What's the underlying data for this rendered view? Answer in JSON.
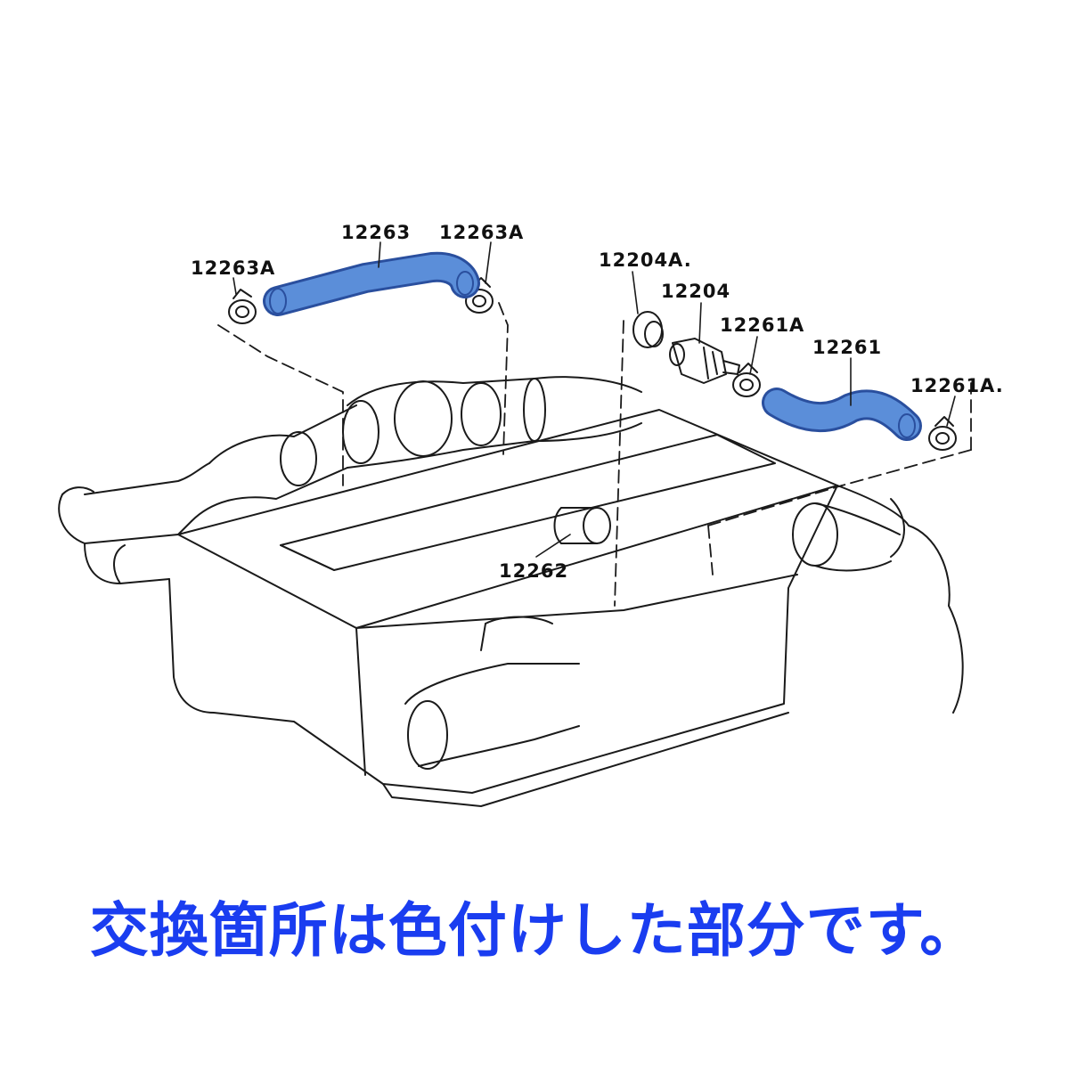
{
  "caption": "交換箇所は色付けした部分です。",
  "colors": {
    "highlight": "#5b8ed9",
    "highlight_stroke": "#2a4f9e",
    "caption": "#1a3df0",
    "line": "#1a1a1a"
  },
  "parts": {
    "hose_upper": "12263",
    "clamp_upper_left": "12263A",
    "clamp_upper_right": "12263A",
    "grommet": "12204A.",
    "pcv_valve": "12204",
    "clamp_lower_left": "12261A",
    "hose_lower": "12261",
    "clamp_lower_right": "12261A.",
    "hose_center": "12262"
  }
}
